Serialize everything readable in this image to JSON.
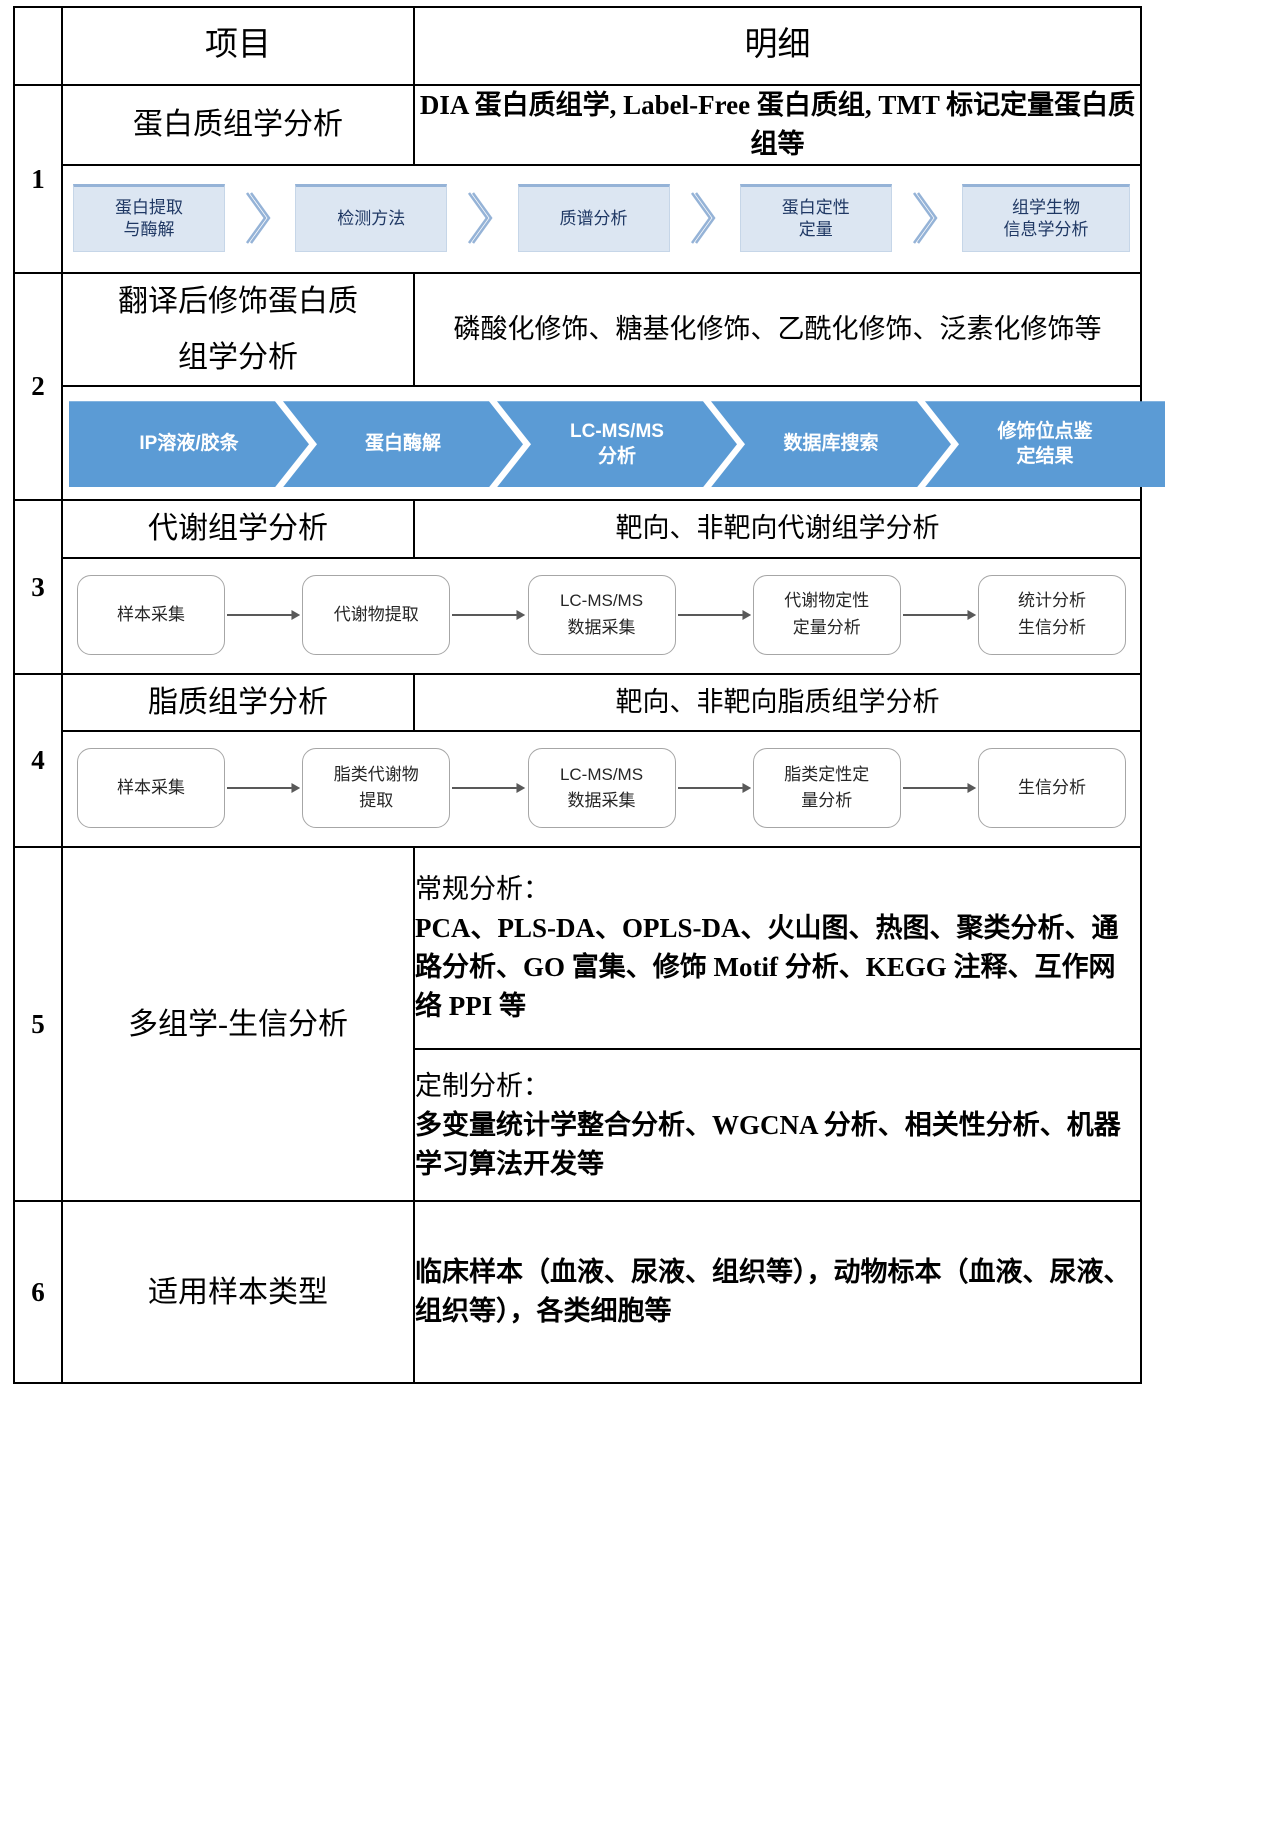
{
  "table": {
    "header": {
      "col_num": "",
      "col_item": "项目",
      "col_detail": "明细"
    },
    "rows": [
      {
        "num": "1",
        "item": "蛋白质组学分析",
        "detail": "DIA 蛋白质组学, Label-Free  蛋白质组, TMT 标记定量蛋白质组等",
        "flow_type": "pale-chevron",
        "flow": [
          "蛋白提取\n与酶解",
          "检测方法",
          "质谱分析",
          "蛋白定性\n定量",
          "组学生物\n信息学分析"
        ]
      },
      {
        "num": "2",
        "item": "翻译后修饰蛋白质\n组学分析",
        "detail": "磷酸化修饰、糖基化修饰、乙酰化修饰、泛素化修饰等",
        "flow_type": "blue-arrow",
        "flow": [
          "IP溶液/胶条",
          "蛋白酶解",
          "LC-MS/MS\n分析",
          "数据库搜索",
          "修饰位点鉴\n定结果"
        ]
      },
      {
        "num": "3",
        "item": "代谢组学分析",
        "detail": "靶向、非靶向代谢组学分析",
        "flow_type": "rounded",
        "flow": [
          "样本采集",
          "代谢物提取",
          "LC-MS/MS\n数据采集",
          "代谢物定性\n定量分析",
          "统计分析\n生信分析"
        ]
      },
      {
        "num": "4",
        "item": "脂质组学分析",
        "detail": "靶向、非靶向脂质组学分析",
        "flow_type": "rounded",
        "flow": [
          "样本采集",
          "脂类代谢物\n提取",
          "LC-MS/MS\n数据采集",
          "脂类定性定\n量分析",
          "生信分析"
        ]
      },
      {
        "num": "5",
        "item": "多组学-生信分析",
        "detail_blocks": [
          {
            "lead": "常规分析：",
            "body": "PCA、PLS-DA、OPLS-DA、火山图、热图、聚类分析、通路分析、GO 富集、修饰 Motif 分析、KEGG 注释、互作网络 PPI 等"
          },
          {
            "lead": "定制分析：",
            "body": "多变量统计学整合分析、WGCNA 分析、相关性分析、机器学习算法开发等"
          }
        ]
      },
      {
        "num": "6",
        "item": "适用样本类型",
        "detail": "临床样本（血液、尿液、组织等），动物标本（血液、尿液、组织等），各类细胞等"
      }
    ]
  },
  "colors": {
    "pale_box_fill": "#dce6f2",
    "pale_box_top_border": "#95b3d7",
    "pale_box_text": "#1f3864",
    "blue_arrow_fill": "#5b9bd5",
    "blue_arrow_text": "#ffffff",
    "rounded_box_border": "#a6a6a6",
    "rounded_box_text": "#262626",
    "arrow_connector": "#595959",
    "table_border": "#000000"
  }
}
